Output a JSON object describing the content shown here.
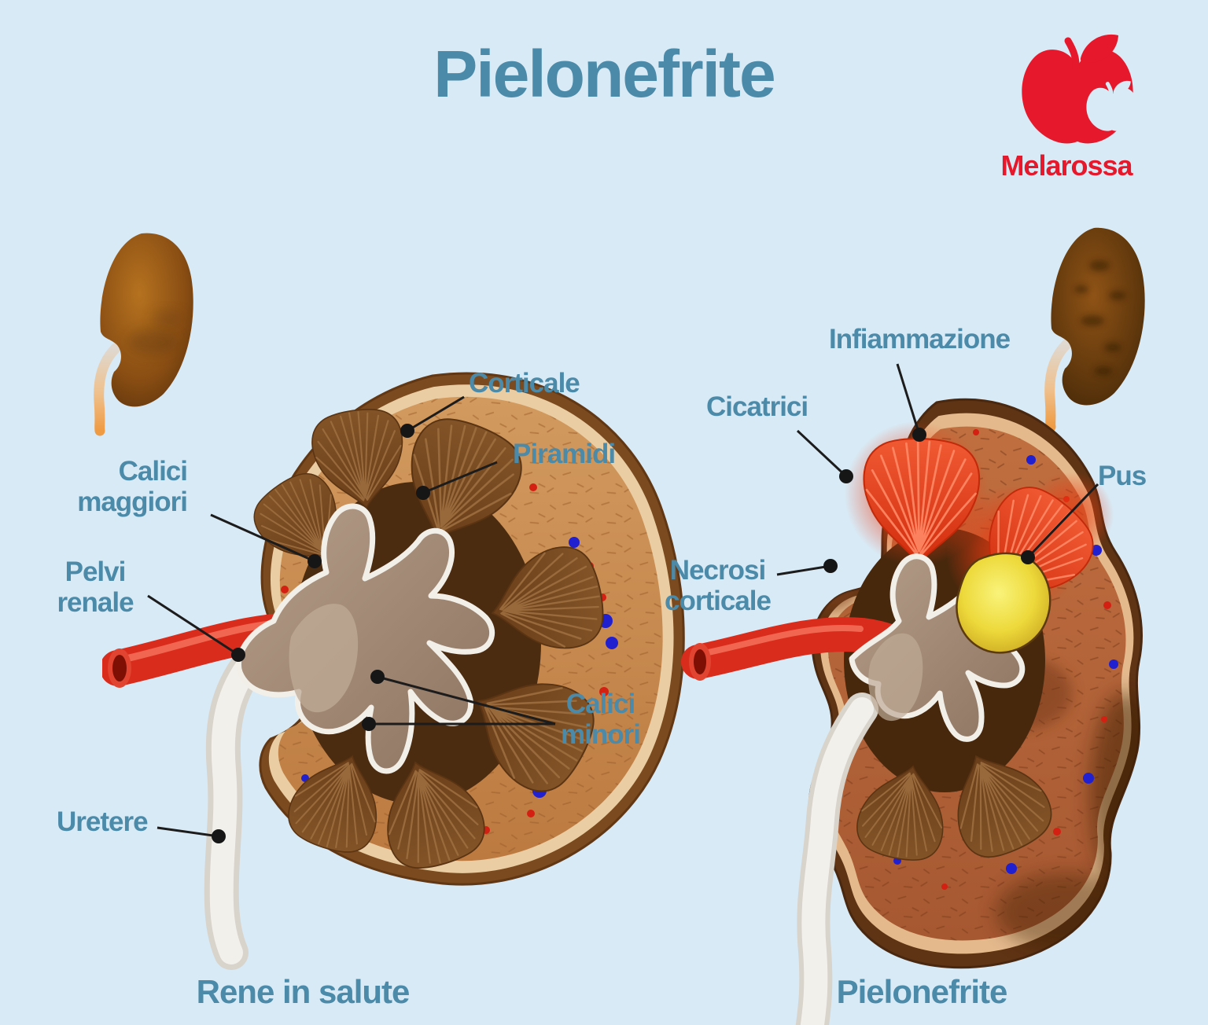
{
  "page": {
    "title": "Pielonefrite",
    "background_color": "#d8eaf5",
    "text_color": "#4b8aa9"
  },
  "logo": {
    "brand": "Melarossa",
    "icon": "apple-icon",
    "color": "#e5192b"
  },
  "left_panel": {
    "caption": "Rene in salute",
    "illustration": "healthy-kidney-cross-section",
    "labels": {
      "corticale": "Corticale",
      "piramidi": "Piramidi",
      "calici_maggiori": "Calici\nmaggiori",
      "pelvi_renale": "Pelvi\nrenale",
      "calici_minori": "Calici\nminori",
      "uretere": "Uretere"
    }
  },
  "right_panel": {
    "caption": "Pielonefrite",
    "illustration": "kidney-with-pyelonephritis-cross-section",
    "labels": {
      "infiammazione": "Infiammazione",
      "cicatrici": "Cicatrici",
      "pus": "Pus",
      "necrosi_corticale": "Necrosi\ncorticale"
    }
  },
  "colors": {
    "leader_line": "#1c1c1c",
    "capsule_brown": "#7b4a1e",
    "cortex_healthy": "#c68a52",
    "cortex_diseased": "#b4663a",
    "pyramid_brown": "#754724",
    "pelvis_gray": "#9c8673",
    "artery_red": "#d92c1c",
    "ureter_white": "#ece9e4",
    "inflammation_red": "#e8391b",
    "pus_yellow": "#e8d832",
    "speckle_red": "#d42012",
    "speckle_blue": "#2020d0"
  }
}
